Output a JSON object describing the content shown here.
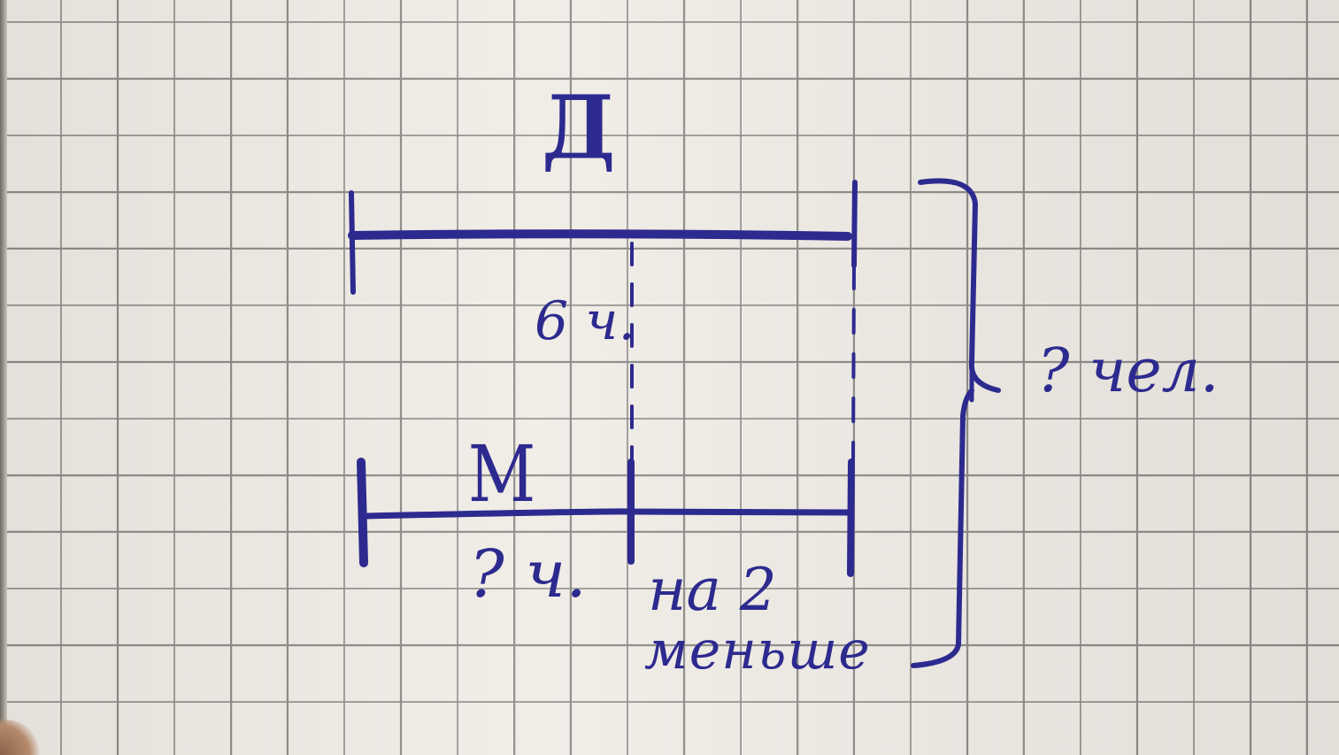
{
  "diagram": {
    "top_segment_label": "Д",
    "bottom_segment_label": "М",
    "difference_label": "6 ч.",
    "unknown_label": "? ч.",
    "less_label_line1": "на 2",
    "less_label_line2": "меньше",
    "total_label": "? чел.",
    "ink_color": "#2d2a8f",
    "grid_color": "#8e8c89",
    "paper_color": "#f0ece6"
  }
}
